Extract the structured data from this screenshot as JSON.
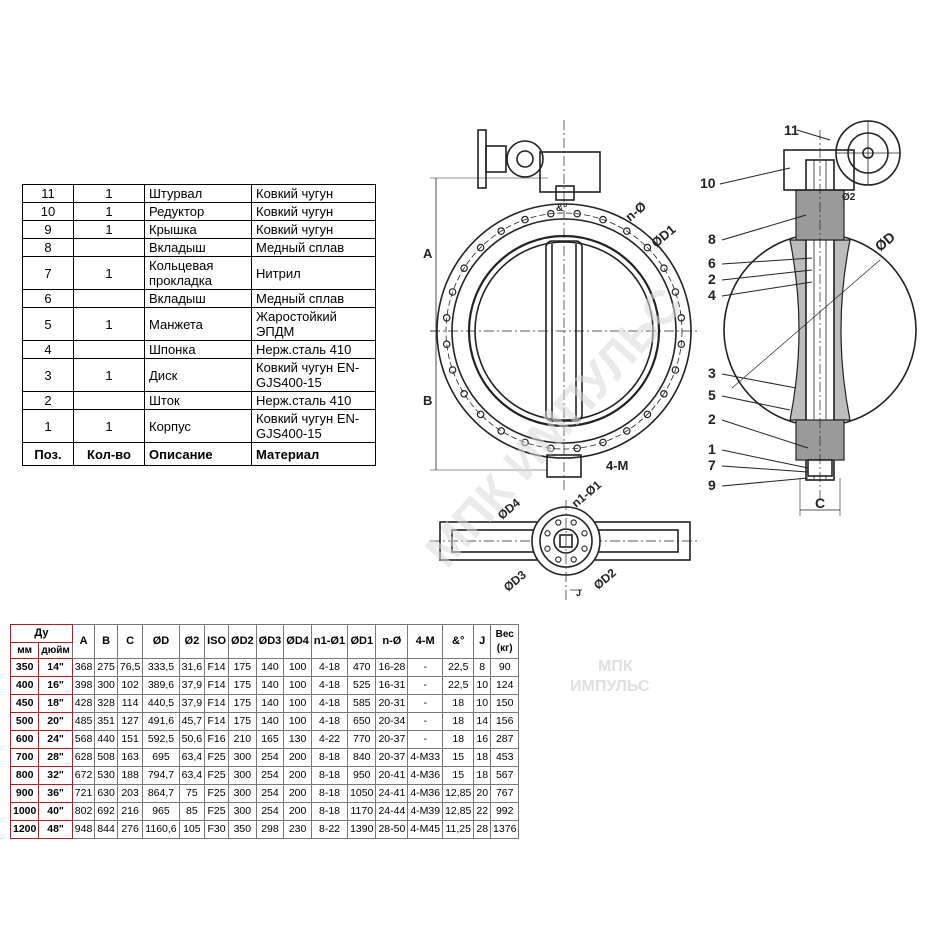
{
  "parts_table": {
    "headers": {
      "pos": "Поз.",
      "qty": "Кол-во",
      "desc": "Описание",
      "mat": "Материал"
    },
    "rows": [
      {
        "pos": "11",
        "qty": "1",
        "desc": "Штурвал",
        "mat": "Ковкий чугун"
      },
      {
        "pos": "10",
        "qty": "1",
        "desc": "Редуктор",
        "mat": "Ковкий чугун"
      },
      {
        "pos": "9",
        "qty": "1",
        "desc": "Крышка",
        "mat": "Ковкий чугун"
      },
      {
        "pos": "8",
        "qty": "",
        "desc": "Вкладыш",
        "mat": "Медный сплав"
      },
      {
        "pos": "7",
        "qty": "1",
        "desc": "Кольцевая прокладка",
        "mat": "Нитрил"
      },
      {
        "pos": "6",
        "qty": "",
        "desc": "Вкладыш",
        "mat": "Медный сплав"
      },
      {
        "pos": "5",
        "qty": "1",
        "desc": "Манжета",
        "mat": "Жаростойкий ЭПДМ"
      },
      {
        "pos": "4",
        "qty": "",
        "desc": "Шпонка",
        "mat": "Нерж.сталь 410"
      },
      {
        "pos": "3",
        "qty": "1",
        "desc": "Диск",
        "mat": "Ковкий чугун EN-GJS400-15"
      },
      {
        "pos": "2",
        "qty": "",
        "desc": "Шток",
        "mat": "Нерж.сталь 410"
      },
      {
        "pos": "1",
        "qty": "1",
        "desc": "Корпус",
        "mat": "Ковкий чугун EN-GJS400-15"
      }
    ]
  },
  "drawing_labels": {
    "front": {
      "A": "A",
      "B": "B",
      "n_phi": "n-Ø",
      "phi_D1": "ØD1",
      "four_M": "4-M",
      "amp": "&°"
    },
    "side": {
      "callouts": [
        "11",
        "10",
        "8",
        "6",
        "2",
        "4",
        "3",
        "5",
        "2",
        "1",
        "7",
        "9"
      ],
      "phi_D": "ØD",
      "phi_2": "Ø2",
      "C": "C"
    },
    "top": {
      "phi_D4": "ØD4",
      "n1_phi1": "n1-Ø1",
      "phi_D3": "ØD3",
      "phi_D2": "ØD2",
      "J": "J"
    }
  },
  "watermark": {
    "text": "МПК ИМПУЛЬС",
    "line1": "МПК",
    "line2": "ИМПУЛЬС"
  },
  "dims_table": {
    "header": {
      "du": "Ду",
      "mm": "мм",
      "inch": "дюйм",
      "cols": [
        "A",
        "B",
        "C",
        "ØD",
        "Ø2",
        "ISO",
        "ØD2",
        "ØD3",
        "ØD4",
        "n1-Ø1",
        "ØD1",
        "n-Ø",
        "4-M",
        "&°",
        "J"
      ],
      "weight_1": "Вес",
      "weight_2": "(кг)"
    },
    "rows": [
      [
        "350",
        "14\"",
        "368",
        "275",
        "76,5",
        "333,5",
        "31,6",
        "F14",
        "175",
        "140",
        "100",
        "4-18",
        "470",
        "16-28",
        "-",
        "22,5",
        "8",
        "90"
      ],
      [
        "400",
        "16\"",
        "398",
        "300",
        "102",
        "389,6",
        "37,9",
        "F14",
        "175",
        "140",
        "100",
        "4-18",
        "525",
        "16-31",
        "-",
        "22,5",
        "10",
        "124"
      ],
      [
        "450",
        "18\"",
        "428",
        "328",
        "114",
        "440,5",
        "37,9",
        "F14",
        "175",
        "140",
        "100",
        "4-18",
        "585",
        "20-31",
        "-",
        "18",
        "10",
        "150"
      ],
      [
        "500",
        "20\"",
        "485",
        "351",
        "127",
        "491,6",
        "45,7",
        "F14",
        "175",
        "140",
        "100",
        "4-18",
        "650",
        "20-34",
        "-",
        "18",
        "14",
        "156"
      ],
      [
        "600",
        "24\"",
        "568",
        "440",
        "151",
        "592,5",
        "50,6",
        "F16",
        "210",
        "165",
        "130",
        "4-22",
        "770",
        "20-37",
        "-",
        "18",
        "16",
        "287"
      ],
      [
        "700",
        "28\"",
        "628",
        "508",
        "163",
        "695",
        "63,4",
        "F25",
        "300",
        "254",
        "200",
        "8-18",
        "840",
        "20-37",
        "4-M33",
        "15",
        "18",
        "453"
      ],
      [
        "800",
        "32\"",
        "672",
        "530",
        "188",
        "794,7",
        "63,4",
        "F25",
        "300",
        "254",
        "200",
        "8-18",
        "950",
        "20-41",
        "4-M36",
        "15",
        "18",
        "567"
      ],
      [
        "900",
        "36\"",
        "721",
        "630",
        "203",
        "864,7",
        "75",
        "F25",
        "300",
        "254",
        "200",
        "8-18",
        "1050",
        "24-41",
        "4-M36",
        "12,85",
        "20",
        "767"
      ],
      [
        "1000",
        "40\"",
        "802",
        "692",
        "216",
        "965",
        "85",
        "F25",
        "300",
        "254",
        "200",
        "8-18",
        "1170",
        "24-44",
        "4-M39",
        "12,85",
        "22",
        "992"
      ],
      [
        "1200",
        "48\"",
        "948",
        "844",
        "276",
        "1160,6",
        "105",
        "F30",
        "350",
        "298",
        "230",
        "8-22",
        "1390",
        "28-50",
        "4-M45",
        "11,25",
        "28",
        "1376"
      ]
    ]
  }
}
